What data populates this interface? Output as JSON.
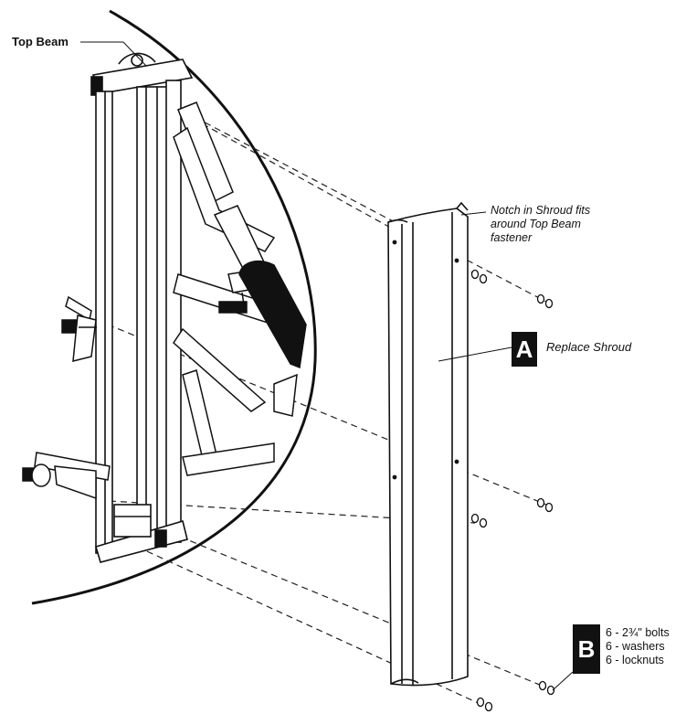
{
  "callouts": {
    "top_beam": "Top Beam",
    "notch": [
      "Notch in Shroud fits",
      "around Top Beam",
      "fastener"
    ],
    "replace_shroud": "Replace Shroud"
  },
  "badges": {
    "a": "A",
    "b": "B"
  },
  "hardware": [
    "6 - 2¾\" bolts",
    "6 - washers",
    "6 - locknuts"
  ],
  "colors": {
    "line": "#111111",
    "badge_bg": "#111111",
    "badge_text": "#ffffff"
  }
}
